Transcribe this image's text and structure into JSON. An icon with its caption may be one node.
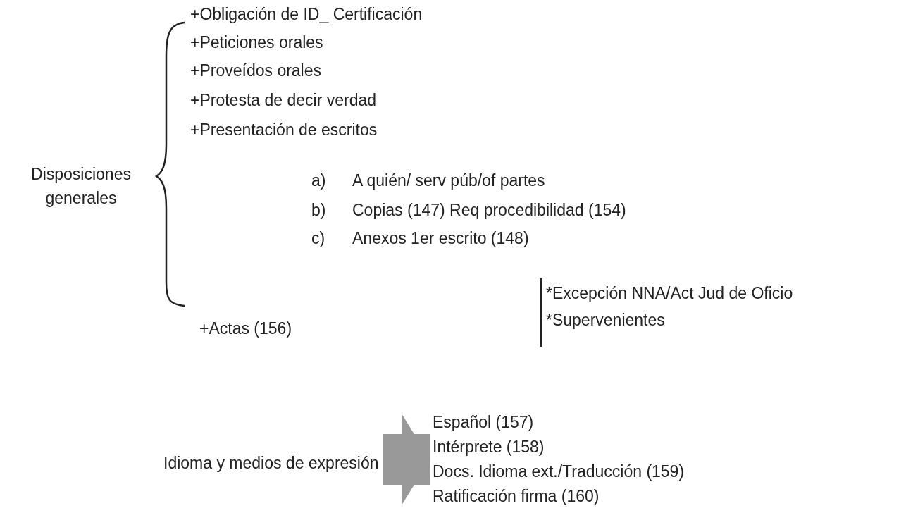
{
  "diagram": {
    "nodes": [
      {
        "text": [
          "Idioma y medios de expresión"
        ]
      },
      {
        "text": [
          "Español (157)",
          "Intérprete (158)",
          "Docs. Idioma ext./Traducción (159)",
          "Ratificación firma (160)"
        ]
      }
    ],
    "edges": [
      {
        "from": 0,
        "to": 1,
        "arrow": "to",
        "color": "#999999"
      }
    ],
    "labels": [
      "Disposiciones generales",
      "+Obligación de ID_ Certificación",
      "+Peticiones orales",
      "+Proveídos orales",
      "+Protesta de decir verdad",
      "+Presentación de escritos",
      "a)",
      "A quién/ serv púb/of partes",
      "b)",
      "Copias (147) Req procedibilidad (154)",
      "c)",
      "Anexos 1er escrito (148)",
      "*Excepción NNA/Act Jud de Oficio",
      "*Supervenientes",
      "+Actas (156)"
    ]
  }
}
